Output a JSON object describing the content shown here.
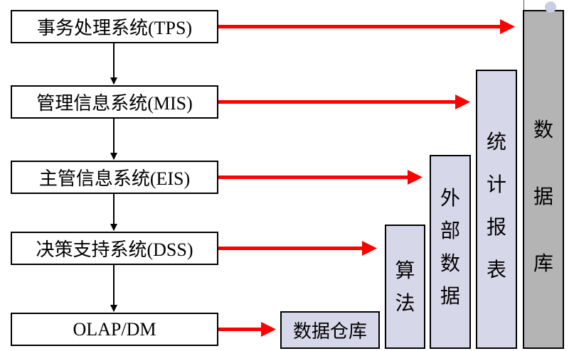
{
  "systems": [
    {
      "label": "事务处理系统(TPS)"
    },
    {
      "label": "管理信息系统(MIS)"
    },
    {
      "label": "主管信息系统(EIS)"
    },
    {
      "label": "决策支持系统(DSS)"
    },
    {
      "label": "OLAP/DM"
    }
  ],
  "data_columns": [
    {
      "label": "数据仓库",
      "chars": "数据仓库",
      "orientation": "horizontal",
      "fill": "#d7d7ea"
    },
    {
      "label": "算法",
      "chars": [
        "算",
        "法"
      ],
      "orientation": "vertical",
      "fill": "#d7d7ea"
    },
    {
      "label": "外部数据",
      "chars": [
        "外",
        "部",
        "数",
        "据"
      ],
      "orientation": "vertical",
      "fill": "#d7d7ea"
    },
    {
      "label": "统计报表",
      "chars": [
        "统",
        "计",
        "报",
        "表"
      ],
      "orientation": "vertical",
      "fill": "#d7d7ea"
    },
    {
      "label": "数据库",
      "chars": [
        "数",
        "据",
        "库"
      ],
      "orientation": "vertical",
      "fill": "#b4b4b4"
    }
  ],
  "colors": {
    "arrow_red": "#ff0000",
    "box_border": "#000000",
    "flow_arrow": "#000000"
  }
}
